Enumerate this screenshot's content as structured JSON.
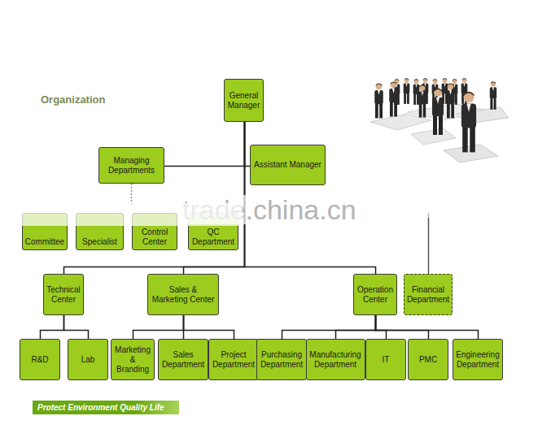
{
  "diagram": {
    "title": "Organization",
    "nodes": [
      {
        "text": [
          "General Manager"
        ]
      },
      {
        "text": [
          "Managing Departments"
        ]
      },
      {
        "text": [
          "Assistant Manager"
        ]
      },
      {
        "text": [
          "Committee"
        ]
      },
      {
        "text": [
          "Specialist"
        ]
      },
      {
        "text": [
          "Control Center"
        ]
      },
      {
        "text": [
          "QC Department"
        ]
      },
      {
        "text": [
          "Technical Center"
        ]
      },
      {
        "text": [
          "Sales & Marketing Center"
        ]
      },
      {
        "text": [
          "Operation Center"
        ]
      },
      {
        "text": [
          "Financial Department"
        ]
      },
      {
        "text": [
          "R&D"
        ]
      },
      {
        "text": [
          "Lab"
        ]
      },
      {
        "text": [
          "Marketing & Branding"
        ]
      },
      {
        "text": [
          "Sales Department"
        ]
      },
      {
        "text": [
          "Project Department"
        ]
      },
      {
        "text": [
          "Purchasing Department"
        ]
      },
      {
        "text": [
          "Manufacturing Department"
        ]
      },
      {
        "text": [
          "IT"
        ]
      },
      {
        "text": [
          "PMC"
        ]
      },
      {
        "text": [
          "Engineering Department"
        ]
      }
    ],
    "edges": [
      {
        "from": 0,
        "to": 1,
        "arrow": "none"
      },
      {
        "from": 0,
        "to": 2,
        "arrow": "none"
      },
      {
        "from": 0,
        "to": 7,
        "arrow": "none"
      },
      {
        "from": 0,
        "to": 8,
        "arrow": "none"
      },
      {
        "from": 0,
        "to": 9,
        "arrow": "none"
      },
      {
        "from": 7,
        "to": 11,
        "arrow": "none"
      },
      {
        "from": 7,
        "to": 12,
        "arrow": "none"
      },
      {
        "from": 8,
        "to": 13,
        "arrow": "none"
      },
      {
        "from": 8,
        "to": 14,
        "arrow": "none"
      },
      {
        "from": 8,
        "to": 15,
        "arrow": "none"
      },
      {
        "from": 9,
        "to": 16,
        "arrow": "none"
      },
      {
        "from": 9,
        "to": 17,
        "arrow": "none"
      },
      {
        "from": 9,
        "to": 18,
        "arrow": "none"
      },
      {
        "from": 9,
        "to": 19,
        "arrow": "none"
      },
      {
        "from": 9,
        "to": 20,
        "arrow": "none"
      }
    ],
    "labels": [
      "trade.china.cn",
      "Protect Environment Quality Life"
    ]
  }
}
